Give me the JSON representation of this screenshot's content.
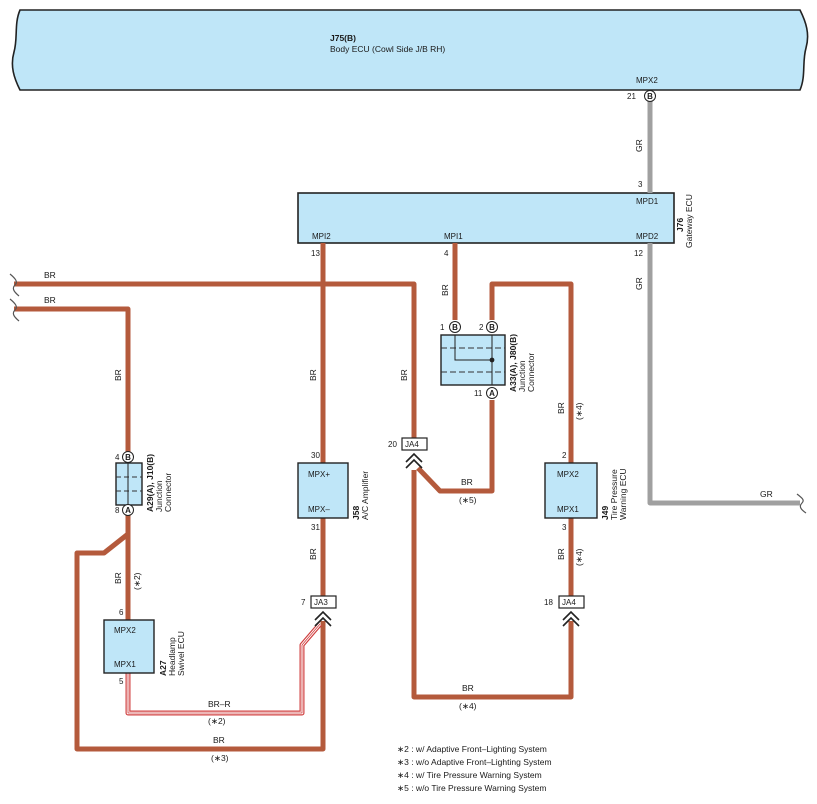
{
  "body_ecu": {
    "code": "J75(B)",
    "name": "Body ECU (Cowl Side J/B RH)",
    "pin_name": "MPX2",
    "pin_no": "21",
    "pin_conn": "B"
  },
  "gateway_ecu": {
    "code": "J76",
    "name": "Gateway ECU",
    "mpd1": "MPD1",
    "mpd1_no": "3",
    "mpi2": "MPI2",
    "mpi2_no": "13",
    "mpi1": "MPI1",
    "mpi1_no": "4",
    "mpd2": "MPD2",
    "mpd2_no": "12"
  },
  "junction_a33": {
    "code": "A33(A), J80(B)",
    "name1": "Junction",
    "name2": "Connector",
    "pin1": "1",
    "pin1_conn": "B",
    "pin2": "2",
    "pin2_conn": "B",
    "pin11": "11",
    "pin11_conn": "A"
  },
  "junction_a29": {
    "code": "A29(A), J10(B)",
    "name1": "Junction",
    "name2": "Connector",
    "pin4": "4",
    "pin4_conn": "B",
    "pin8": "8",
    "pin8_conn": "A"
  },
  "ac_amp": {
    "code": "J58",
    "name": "A/C Amplifier",
    "pin_plus": "MPX+",
    "pin_plus_no": "30",
    "pin_minus": "MPX–",
    "pin_minus_no": "31"
  },
  "tpw_ecu": {
    "code": "J49",
    "name1": "Tire Pressure",
    "name2": "Warning ECU",
    "mpx2": "MPX2",
    "mpx2_no": "2",
    "mpx1": "MPX1",
    "mpx1_no": "3"
  },
  "headlamp_ecu": {
    "code": "A27",
    "name1": "Headlamp",
    "name2": "Swivel ECU",
    "mpx2": "MPX2",
    "mpx2_no": "6",
    "mpx1": "MPX1",
    "mpx1_no": "5"
  },
  "connectors": {
    "ja4_left": {
      "label": "JA4",
      "pin": "20"
    },
    "ja3": {
      "label": "JA3",
      "pin": "7"
    },
    "ja4_right": {
      "label": "JA4",
      "pin": "18"
    }
  },
  "wire_labels": {
    "gr_top": "GR",
    "gr_mid": "GR",
    "gr_right": "GR",
    "br_top": "BR",
    "br_second": "BR",
    "br_left": "BR",
    "br_mpi2": "BR",
    "br_mpi1": "BR",
    "br_ja4": "BR",
    "br_tpw_top": "BR",
    "br_tpw_bottom": "BR",
    "br_amp_bottom": "BR",
    "br_a29_bottom": "BR",
    "br_a33_join": "BR",
    "br_bottom_right": "BR",
    "br_r": "BR–R",
    "br_bottom_left": "BR"
  },
  "condition_marks": {
    "c4_tpw_top": "(∗4)",
    "c5_join": "(∗5)",
    "c4_tpw_bottom": "(∗4)",
    "c4_bottom": "(∗4)",
    "c2_a29": "(∗2)",
    "c2_brr": "(∗2)",
    "c3_bottom": "(∗3)"
  },
  "notes": [
    "∗2 : w/ Adaptive Front–Lighting System",
    "∗3 : w/o Adaptive Front–Lighting System",
    "∗4 : w/ Tire Pressure Warning System",
    "∗5 : w/o Tire Pressure Warning System"
  ],
  "colors": {
    "wire_br": "#b45a3c",
    "wire_gr": "#a0a0a0",
    "wire_brr": "#d04040",
    "component_fill": "#bfe6f8"
  }
}
